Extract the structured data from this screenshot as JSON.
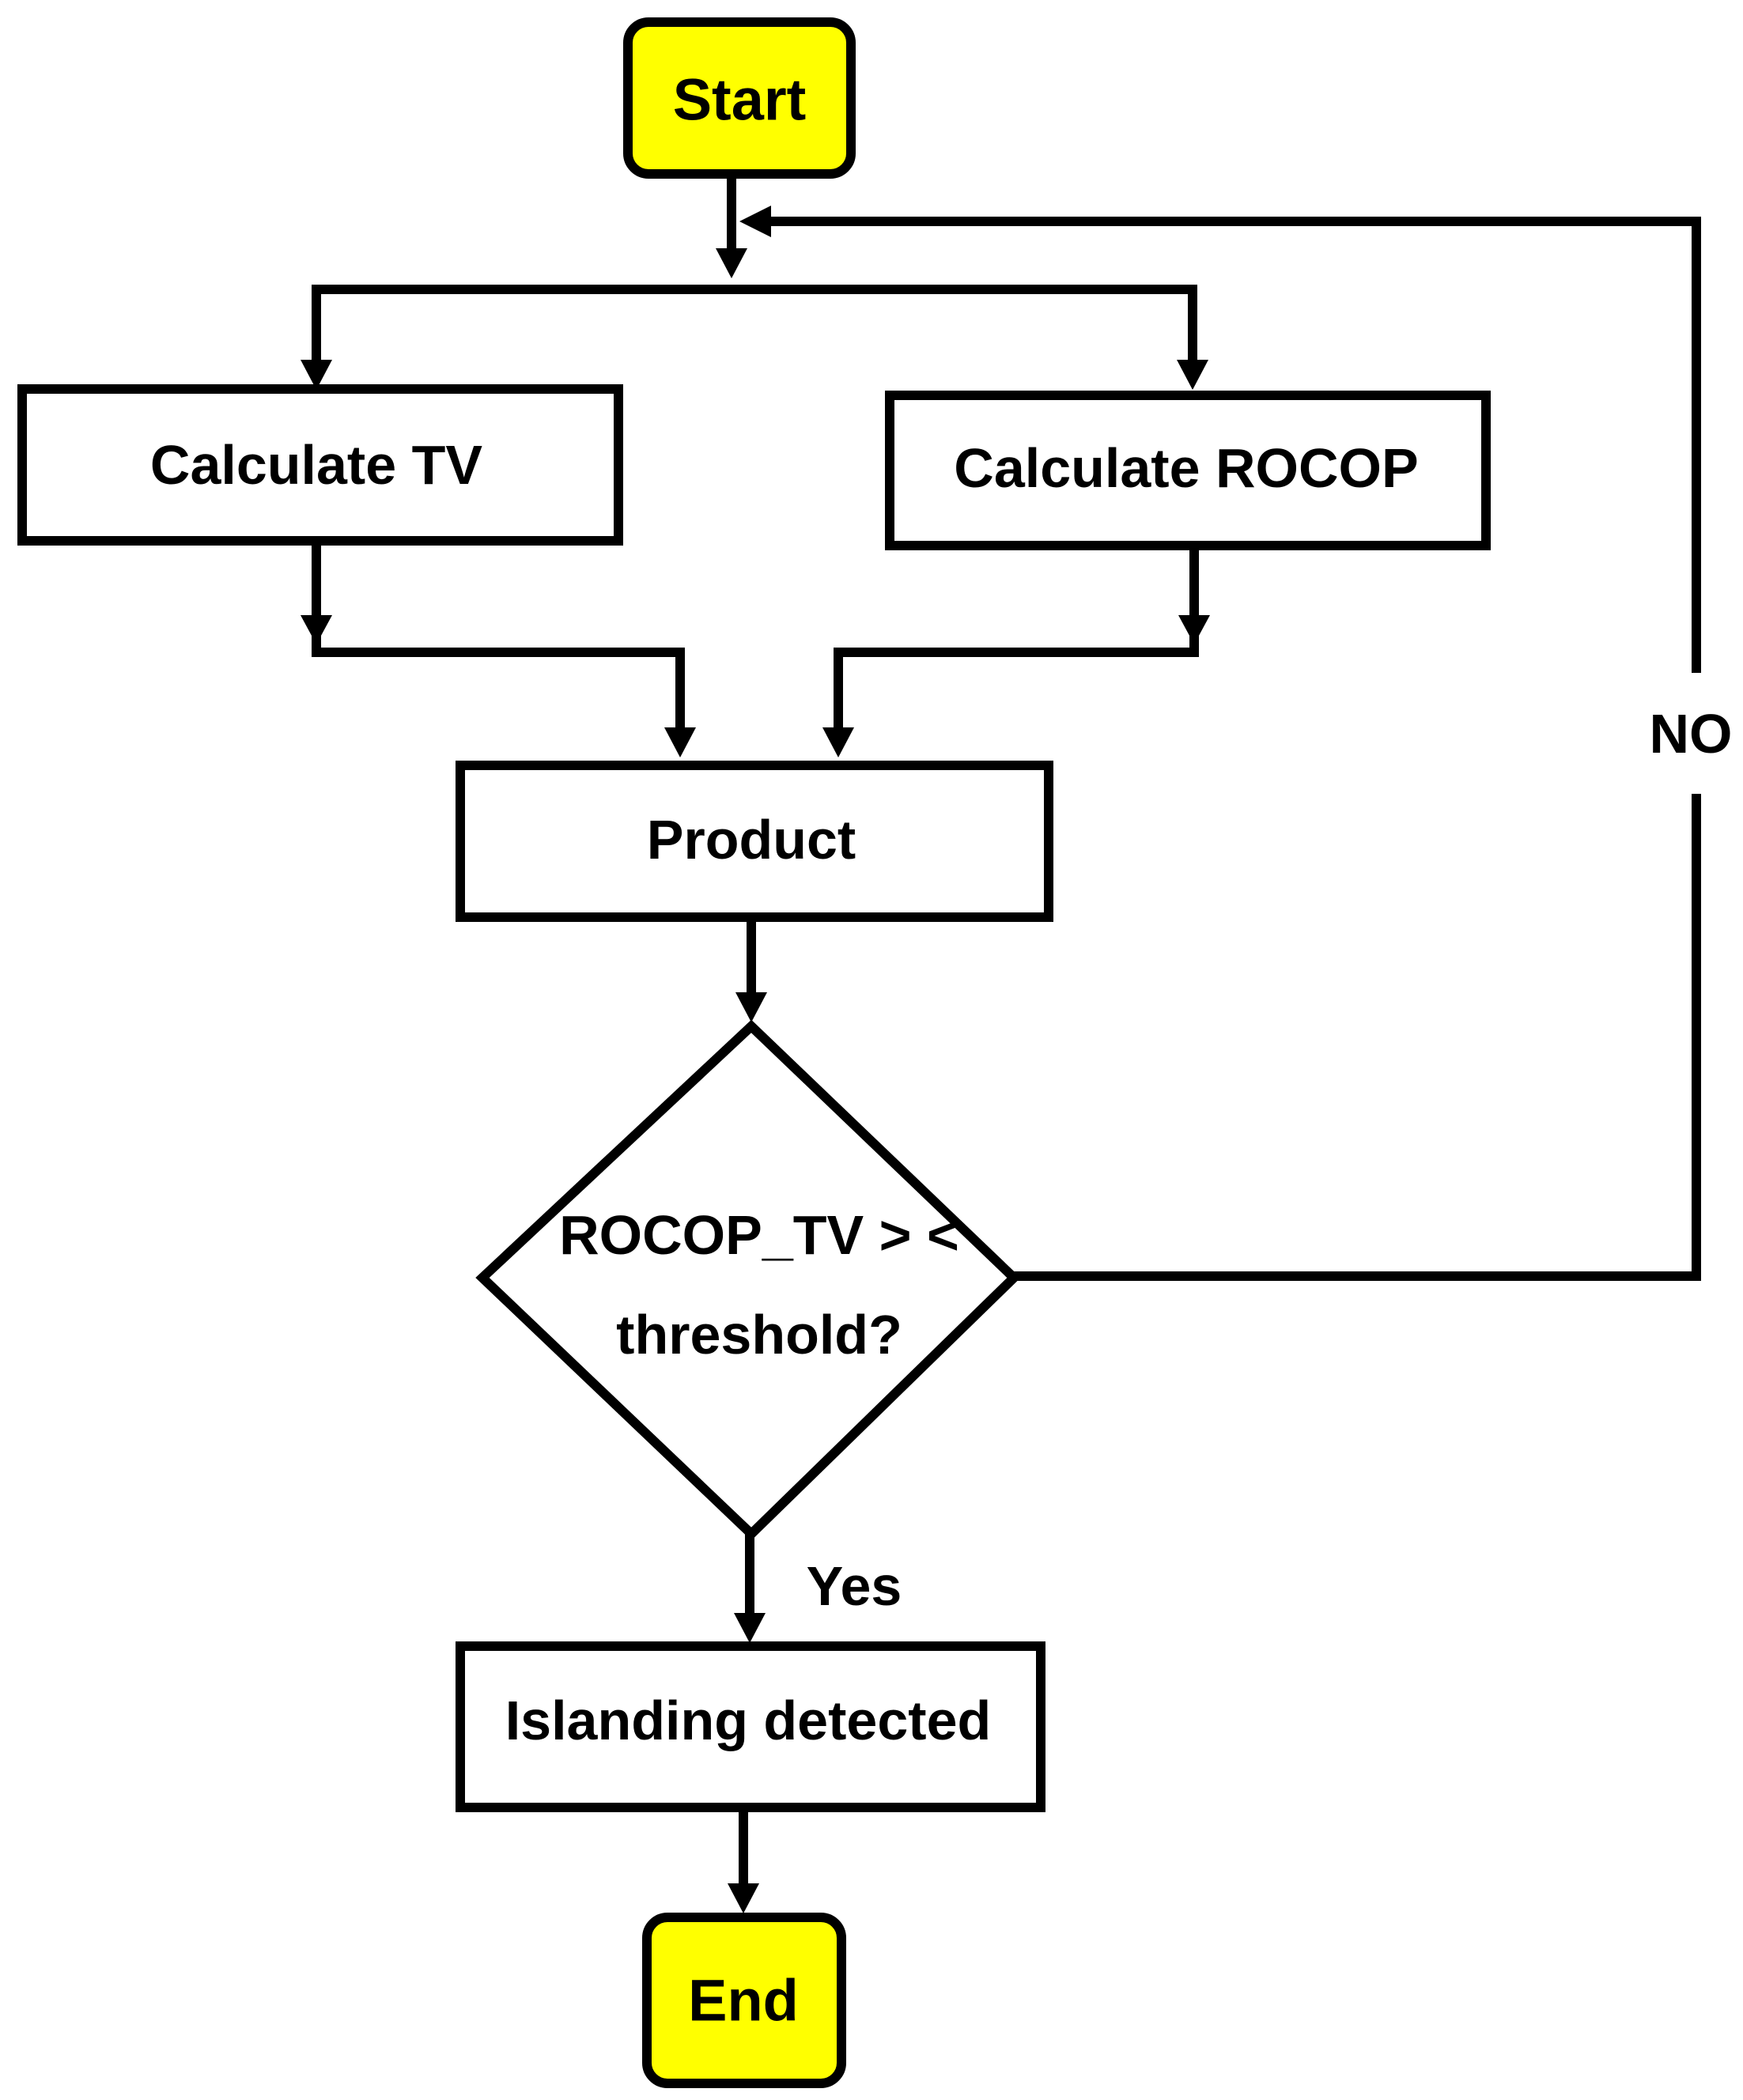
{
  "colors": {
    "terminal_fill": "#ffff00",
    "process_fill": "#ffffff",
    "stroke": "#000000"
  },
  "nodes": {
    "start": {
      "label": "Start",
      "shape": "rounded-rectangle"
    },
    "calc_tv": {
      "label": "Calculate TV",
      "shape": "rectangle"
    },
    "calc_rocop": {
      "label": "Calculate ROCOP",
      "shape": "rectangle"
    },
    "product": {
      "label": "Product",
      "shape": "rectangle"
    },
    "decision": {
      "label_line1": "ROCOP_TV > <",
      "label_line2": "threshold?",
      "shape": "diamond"
    },
    "islanding": {
      "label": "Islanding detected",
      "shape": "rectangle"
    },
    "end": {
      "label": "End",
      "shape": "rounded-rectangle"
    }
  },
  "edges": {
    "no_label": "NO",
    "yes_label": "Yes"
  }
}
